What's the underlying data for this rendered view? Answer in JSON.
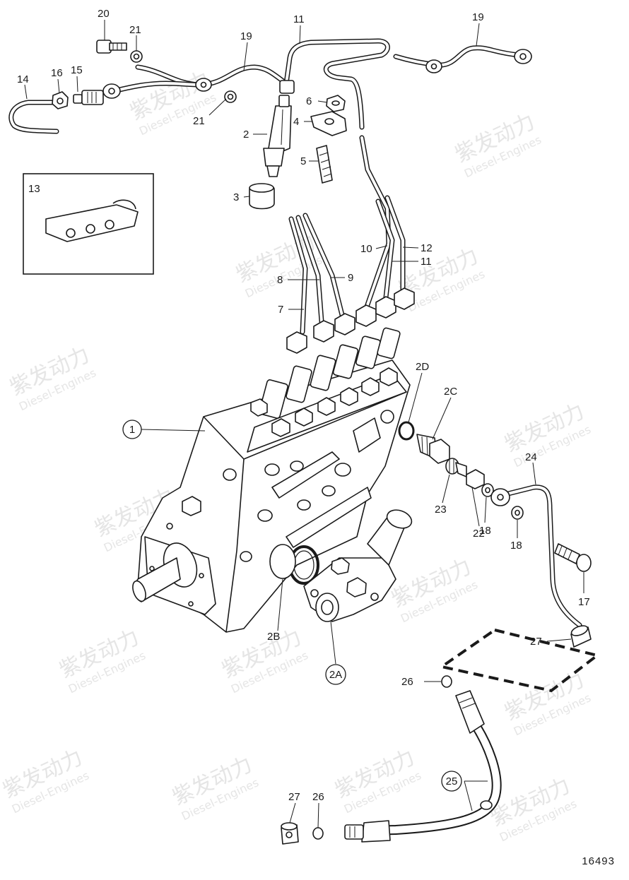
{
  "watermark": {
    "brand": "紫发动力",
    "sub": "Diesel-Engines"
  },
  "drawing_number": "16493",
  "labels": {
    "p20": "20",
    "p21a": "21",
    "p19a": "19",
    "p11a": "11",
    "p19b": "19",
    "p14": "14",
    "p16": "16",
    "p15": "15",
    "p6": "6",
    "p4": "4",
    "p21b": "21",
    "p2": "2",
    "p5": "5",
    "p3": "3",
    "p13": "13",
    "p10": "10",
    "p12": "12",
    "p11b": "11",
    "p8": "8",
    "p9": "9",
    "p7": "7",
    "p2D": "2D",
    "p2C": "2C",
    "p1": "1",
    "p24": "24",
    "p23": "23",
    "p22": "22",
    "p18a": "18",
    "p18b": "18",
    "p17": "17",
    "p2B": "2B",
    "p2A": "2A",
    "p27a": "27",
    "p26a": "26",
    "p25": "25",
    "p27b": "27",
    "p26b": "26"
  },
  "colors": {
    "line": "#1a1a1a",
    "watermark": "#d8d8d8"
  }
}
